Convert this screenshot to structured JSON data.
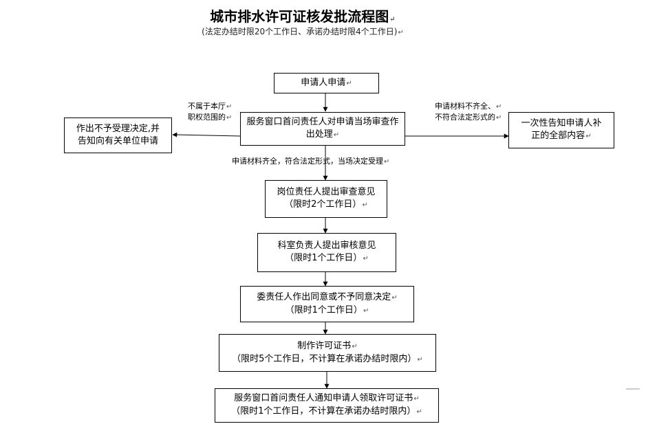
{
  "title": "城市排水许可证核发批流程图",
  "subtitle": "(法定办结时限20个工作日、承诺办结时限4个工作日)",
  "para_mark": "↵",
  "nodes": {
    "apply": {
      "line1": "申请人申请"
    },
    "service_window": {
      "line1": "服务窗口首问责任人对申请当场审查作出处理"
    },
    "not_accepted": {
      "line1": "作出不予受理决定,并",
      "line2": "告知向有关单位申请"
    },
    "supplement": {
      "line1": "一次性告知申请人补",
      "line2": "正的全部内容"
    },
    "post_review": {
      "line1": "岗位责任人提出审查意见",
      "line2": "（限时2个工作日）"
    },
    "section_review": {
      "line1": "科室负责人提出审核意见",
      "line2": "（限时1个工作日）"
    },
    "committee_decision": {
      "line1": "委责任人作出同意或不予同意决定",
      "line2": "（限时1个工作日）"
    },
    "make_license": {
      "line1": "制作许可证书",
      "line2": "（限时5个工作日，不计算在承诺办结时限内）"
    },
    "notify_pickup": {
      "line1": "服务窗口首问责任人通知申请人领取许可证书",
      "line2": "（限时1个工作日，不计算在承诺办结时限内）"
    }
  },
  "labels": {
    "left_branch_line1": "不属于本厅",
    "left_branch_line2": "职权范围的",
    "right_branch_line1": "申请材料不齐全、",
    "right_branch_line2": "不符合法定形式的",
    "accept_condition": "申请材料齐全，符合法定形式，当场决定受理"
  }
}
